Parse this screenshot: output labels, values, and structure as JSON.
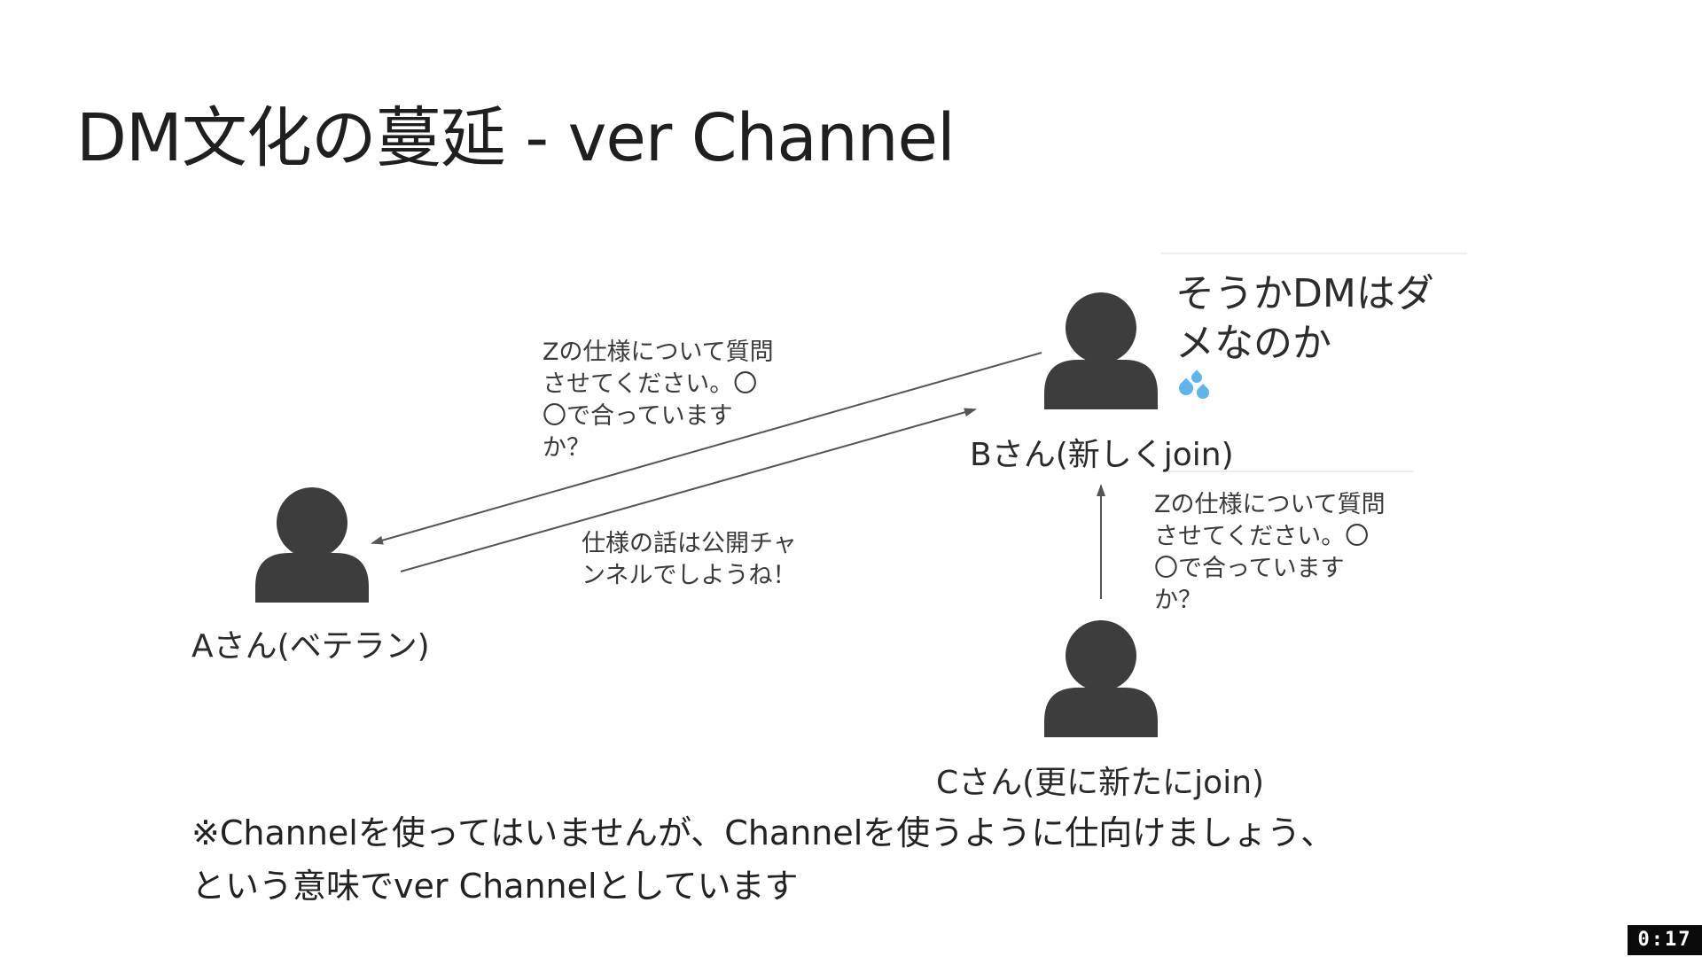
{
  "title": "DM文化の蔓延 - ver Channel",
  "persons": {
    "a": "Aさん(ベテラン)",
    "b": "Bさん(新しくjoin)",
    "c": "Cさん(更に新たにjoin)"
  },
  "messages": {
    "b_to_a": [
      "Zの仕様について質問",
      "させてください。〇",
      "〇で合っています",
      "か？"
    ],
    "a_to_b": [
      "仕様の話は公開チャ",
      "ンネルでしようね！"
    ],
    "c_to_b": [
      "Zの仕様について質問",
      "させてください。〇",
      "〇で合っています",
      "か？"
    ]
  },
  "thought": {
    "line1": "そうかDMはダ",
    "line2": "メなのか",
    "icon": "sweat-droplets-icon"
  },
  "note": {
    "line1": "※Channelを使ってはいませんが、Channelを使うように仕向けましょう、",
    "line2": "という意味でver Channelとしています"
  },
  "timer": "0:17",
  "colors": {
    "person": "#3d3d3d",
    "arrow": "#555555",
    "sweat": "#5fb4e8"
  }
}
